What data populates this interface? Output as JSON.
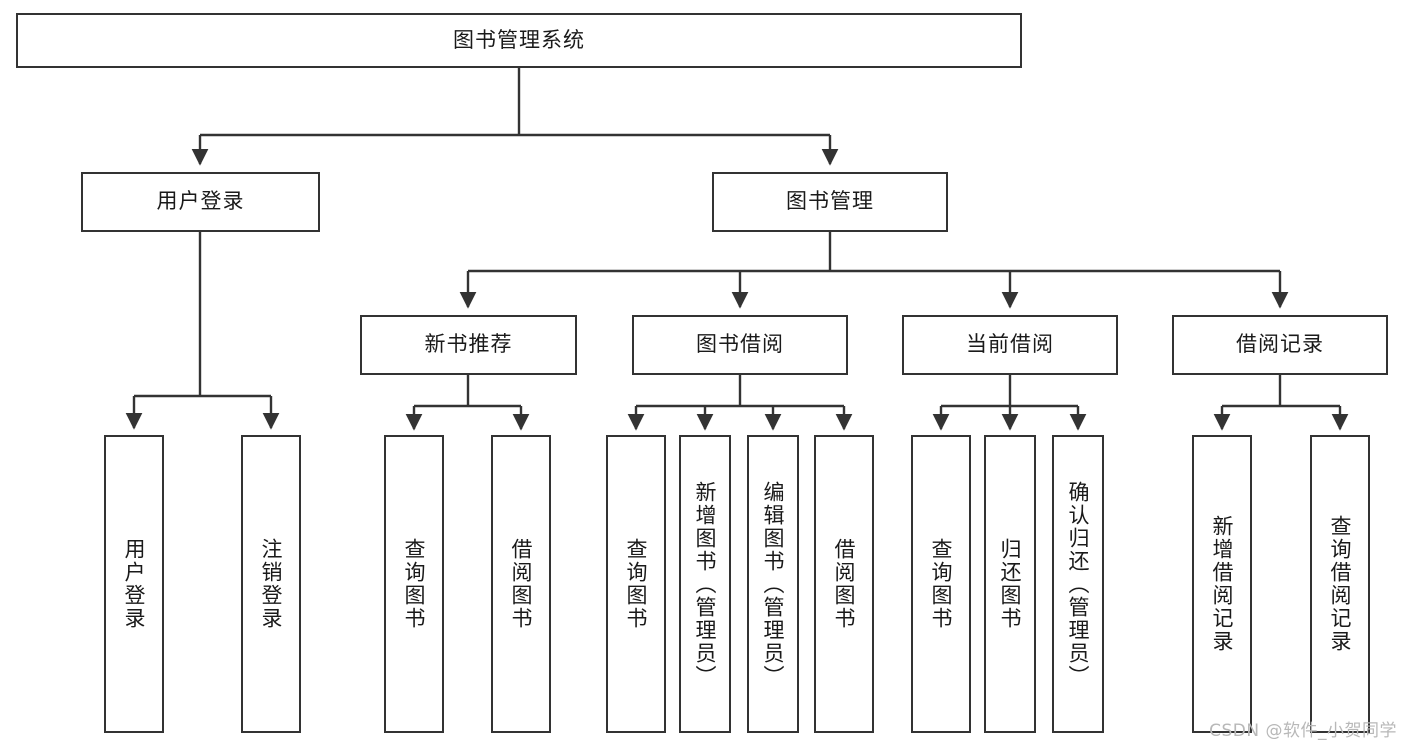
{
  "diagram": {
    "title_node": {
      "label": "图书管理系统"
    },
    "level2": [
      {
        "id": "user-login",
        "label": "用户登录"
      },
      {
        "id": "book-management",
        "label": "图书管理"
      }
    ],
    "level3": [
      {
        "id": "new-book-recommend",
        "label": "新书推荐"
      },
      {
        "id": "book-borrow",
        "label": "图书借阅"
      },
      {
        "id": "current-borrow",
        "label": "当前借阅"
      },
      {
        "id": "borrow-record",
        "label": "借阅记录"
      }
    ],
    "leaves": {
      "user_login": [
        {
          "id": "leaf-user-login",
          "label": "用户登录"
        },
        {
          "id": "leaf-logout-login",
          "label": "注销登录"
        }
      ],
      "new_book_recommend": [
        {
          "id": "leaf-query-book-1",
          "label": "查询图书"
        },
        {
          "id": "leaf-borrow-book-1",
          "label": "借阅图书"
        }
      ],
      "book_borrow": [
        {
          "id": "leaf-query-book-2",
          "label": "查询图书"
        },
        {
          "id": "leaf-add-book",
          "label": "新增图书（管理员）"
        },
        {
          "id": "leaf-edit-book",
          "label": "编辑图书（管理员）"
        },
        {
          "id": "leaf-borrow-book-2",
          "label": "借阅图书"
        }
      ],
      "current_borrow": [
        {
          "id": "leaf-query-book-3",
          "label": "查询图书"
        },
        {
          "id": "leaf-return-book",
          "label": "归还图书"
        },
        {
          "id": "leaf-confirm-return",
          "label": "确认归还（管理员）"
        }
      ],
      "borrow_record": [
        {
          "id": "leaf-add-record",
          "label": "新增借阅记录"
        },
        {
          "id": "leaf-query-record",
          "label": "查询借阅记录"
        }
      ]
    }
  },
  "watermark": {
    "text": "CSDN @软件_小贺同学"
  },
  "colors": {
    "stroke": "#333333",
    "fill": "#ffffff",
    "text": "#1a1a1a",
    "watermark": "#b8b8b8"
  }
}
